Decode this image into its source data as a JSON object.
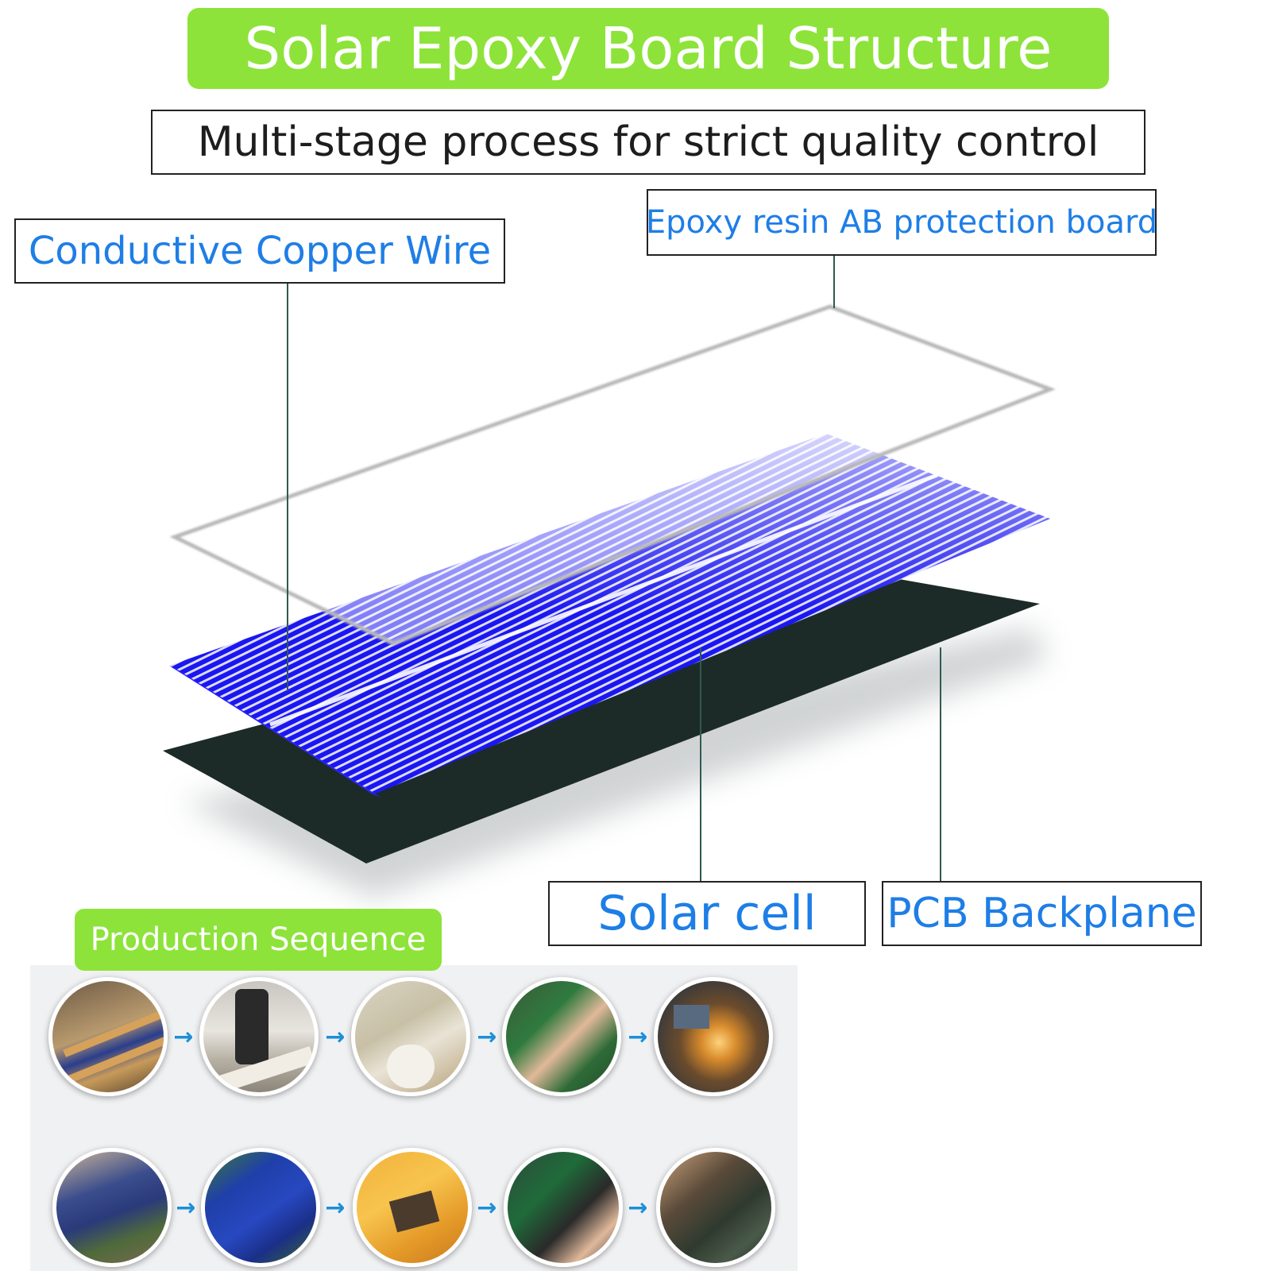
{
  "title": "Solar Epoxy Board Structure",
  "subtitle": "Multi-stage process for strict quality control",
  "labels": {
    "copper_wire": "Conductive Copper Wire",
    "epoxy_board": "Epoxy resin AB protection board",
    "solar_cell": "Solar cell",
    "pcb_backplane": "PCB Backplane"
  },
  "production": {
    "heading": "Production Sequence",
    "arrow_glyph": "→"
  },
  "colors": {
    "accent_green": "#8de33a",
    "label_blue": "#1e7ee6",
    "cell_blue": "#1b17f0",
    "backplane": "#1c2b27"
  }
}
